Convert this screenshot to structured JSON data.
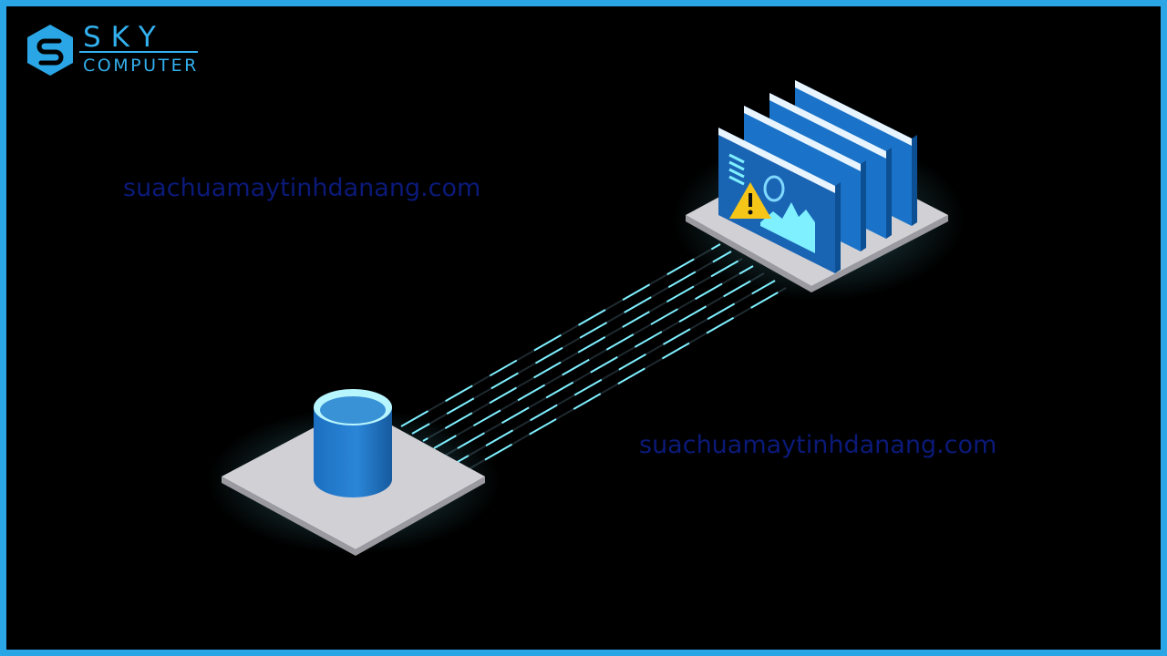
{
  "logo": {
    "brand_top": "SKY",
    "brand_bottom": "COMPUTER",
    "icon": "s-hexagon-logo-icon"
  },
  "watermarks": [
    "suachuamaytinhdanang.com",
    "suachuamaytinhdanang.com"
  ],
  "diagram": {
    "database": {
      "icon": "database-cylinder-icon"
    },
    "servers": {
      "window_count": 4,
      "alert_icon": "warning-triangle-icon"
    },
    "connection": {
      "line_count": 7
    }
  },
  "colors": {
    "frame": "#2aa6e6",
    "background": "#000000",
    "accent_blue": "#1a73c8",
    "accent_cyan": "#7ff0ff",
    "platform": "#cfcfd3",
    "warning": "#f5c518"
  }
}
